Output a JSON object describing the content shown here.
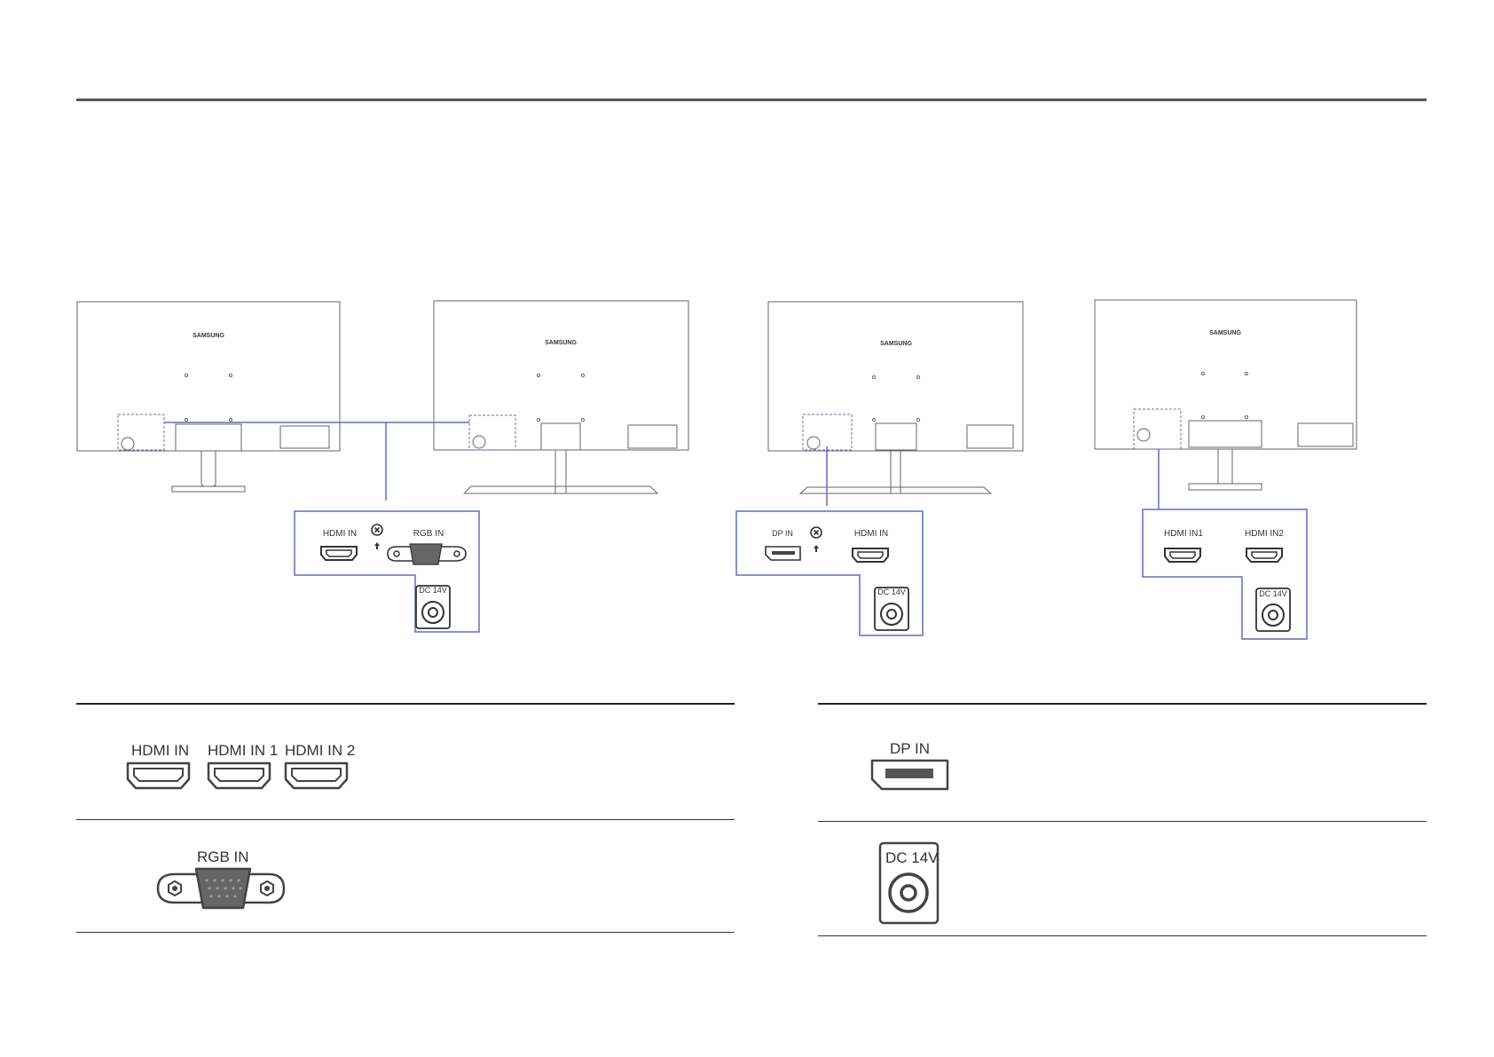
{
  "page": {
    "brand_label": "SAMSUNG"
  },
  "callouts": {
    "a": {
      "port1": "HDMI IN",
      "port2": "RGB IN",
      "power": "DC 14V"
    },
    "b": {
      "port1": "DP IN",
      "port2": "HDMI IN",
      "power": "DC 14V"
    },
    "c": {
      "port1": "HDMI IN1",
      "port2": "HDMI IN2",
      "power": "DC 14V"
    }
  },
  "port_table": {
    "left": {
      "row1": {
        "labels": [
          "HDMI IN",
          "HDMI IN 1",
          "HDMI IN 2"
        ]
      },
      "row2": {
        "labels": [
          "RGB IN"
        ]
      }
    },
    "right": {
      "row1": {
        "labels": [
          "DP IN"
        ]
      },
      "row2": {
        "labels": [
          "DC 14V"
        ]
      }
    }
  },
  "colors": {
    "accent_line": "#5b6fc6",
    "dashed_box": "#5b6fc6",
    "rule": "#333333",
    "drawing": "#555555"
  },
  "icons": [
    "hdmi-port-icon",
    "vga-port-icon",
    "displayport-icon",
    "dc-power-jack-icon",
    "not-available-icon",
    "arrow-up-icon"
  ]
}
